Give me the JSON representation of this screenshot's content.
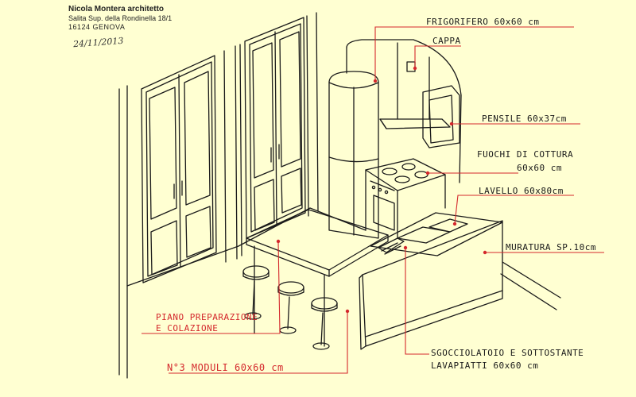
{
  "stamp": {
    "name": "Nicola Montera architetto",
    "address": "Salita Sup. della Rondinella 18/1",
    "city": "16124 GENOVA"
  },
  "date": "24/11/2013",
  "labels": {
    "frigorifero": "FRIGORIFERO 60x60 cm",
    "cappa": "CAPPA",
    "pensile": "PENSILE 60x37cm",
    "fuochi_1": "FUOCHI DI COTTURA",
    "fuochi_2": "60x60 cm",
    "lavello": "LAVELLO 60x80cm",
    "muratura": "MURATURA SP.10cm",
    "piano_1": "PIANO PREPARAZIONE",
    "piano_2": "E COLAZIONE",
    "moduli": "N°3 MODULI 60x60 cm",
    "sgocciolatoio_1": "SGOCCIOLATOIO E SOTTOSTANTE",
    "sgocciolatoio_2": "LAVAPIATTI 60x60 cm"
  },
  "colors": {
    "paper": "#ffffd2",
    "ink": "#1a1a1a",
    "annotation": "#d4282c"
  }
}
